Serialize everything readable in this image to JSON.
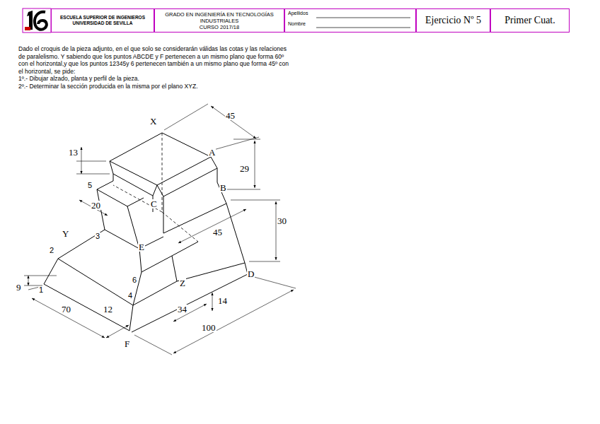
{
  "diagram": {
    "nodes": [
      {
        "text": [
          "ESCUELA SUPERIOR DE INGENIEROS UNIVERSIDAD DE SEVILLA"
        ]
      },
      {
        "text": [
          "GRADO EN INGENIERÍA EN TECNOLOGÍAS INDUSTRIALES",
          "CURSO 2017/18"
        ]
      },
      {
        "text": [
          "Apellidos",
          "Nombre"
        ]
      },
      {
        "text": [
          "Ejercicio Nº 5"
        ]
      },
      {
        "text": [
          "Primer Cuat."
        ]
      }
    ],
    "labels": [
      "Dado el croquis de la pieza adjunto, en el que solo se considerarán válidas las cotas y las relaciones de paralelismo. Y sabiendo que los puntos ABCDE y F pertenecen a un mismo plano que forma 60º con el horizontal,y que los puntos 12345y 6 pertenecen también a un mismo plano que forma 45º con el horizontal, se pide:",
      "1º.- Dibujar alzado, planta y perfil de la pieza.",
      "2º.- Determinar la sección producida en la misma por el plano XYZ.",
      "X",
      "45",
      "A",
      "13",
      "29",
      "B",
      "5",
      "20",
      "C",
      "30",
      "Y",
      "45",
      "3",
      "E",
      "2",
      "D",
      "9",
      "1",
      "6",
      "4",
      "Z",
      "70",
      "12",
      "34",
      "14",
      "100",
      "F"
    ]
  }
}
